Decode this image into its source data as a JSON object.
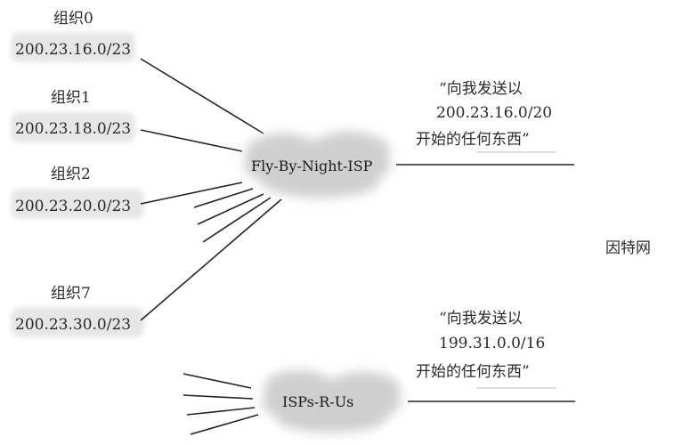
{
  "organizations": [
    {
      "name": "组织0",
      "prefix": "200.23.16.0/23"
    },
    {
      "name": "组织1",
      "prefix": "200.23.18.0/23"
    },
    {
      "name": "组织2",
      "prefix": "200.23.20.0/23"
    },
    {
      "name": "组织7",
      "prefix": "200.23.30.0/23"
    }
  ],
  "isps": [
    {
      "name": "Fly-By-Night-ISP",
      "advert_line1": "“向我发送以",
      "advert_prefix": "200.23.16.0/20",
      "advert_line3": "开始的任何东西”"
    },
    {
      "name": "ISPs-R-Us",
      "advert_line1": "“向我发送以",
      "advert_prefix": "199.31.0.0/16",
      "advert_line3": "开始的任何东西”"
    }
  ],
  "internet_label": "因特网",
  "colors": {
    "cloud": "#d2d2d2",
    "label_bg": "#e4e4e4",
    "line": "#222222"
  }
}
